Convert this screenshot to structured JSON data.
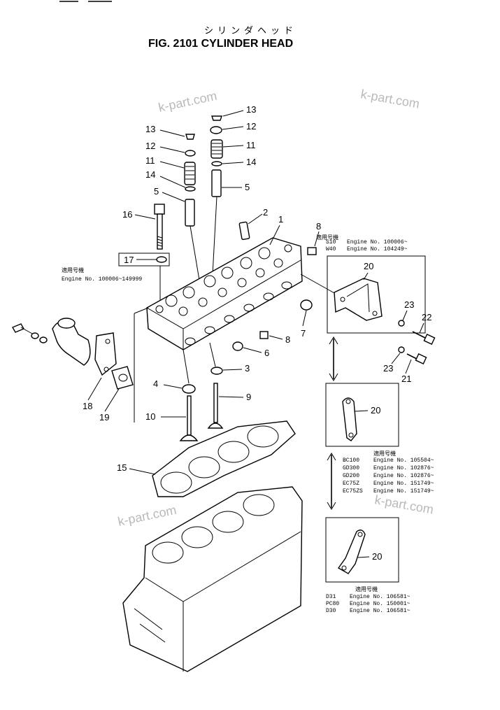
{
  "header": {
    "jp_title": "シリンダヘッド",
    "title": "FIG. 2101  CYLINDER HEAD"
  },
  "watermark": "k-part.com",
  "callouts": {
    "c1": "1",
    "c2": "2",
    "c3": "3",
    "c4": "4",
    "c5a": "5",
    "c5b": "5",
    "c6": "6",
    "c7": "7",
    "c8a": "8",
    "c8b": "8",
    "c9": "9",
    "c10": "10",
    "c11a": "11",
    "c11b": "11",
    "c12a": "12",
    "c12b": "12",
    "c13a": "13",
    "c13b": "13",
    "c14a": "14",
    "c14b": "14",
    "c15": "15",
    "c16": "16",
    "c17": "17",
    "c18": "18",
    "c19": "19",
    "c20a": "20",
    "c20b": "20",
    "c20c": "20",
    "c21": "21",
    "c22": "22",
    "c23a": "23",
    "c23b": "23"
  },
  "notes": {
    "left": {
      "heading": "適用号機",
      "line": "Engine  No. 100006~149999"
    },
    "top_right": {
      "heading": "適用号機",
      "rows": [
        {
          "model": "S10",
          "text": "Engine  No. 100006~"
        },
        {
          "model": "W40",
          "text": "Engine  No. 104249~"
        }
      ]
    },
    "mid_right": {
      "heading": "適用号機",
      "rows": [
        {
          "model": "BC100",
          "text": "Engine  No. 105504~"
        },
        {
          "model": "GD300",
          "text": "Engine  No. 102876~"
        },
        {
          "model": "GD200",
          "text": "Engine  No. 102876~"
        },
        {
          "model": "EC75Z",
          "text": "Engine  No. 151749~"
        },
        {
          "model": "EC75ZS",
          "text": "Engine  No. 151749~"
        }
      ]
    },
    "bottom_right": {
      "heading": "適用号機",
      "rows": [
        {
          "model": "D31",
          "text": "Engine  No. 106581~"
        },
        {
          "model": "PC80",
          "text": "Engine  No. 150001~"
        },
        {
          "model": "D30",
          "text": "Engine  No. 106581~"
        }
      ]
    }
  }
}
